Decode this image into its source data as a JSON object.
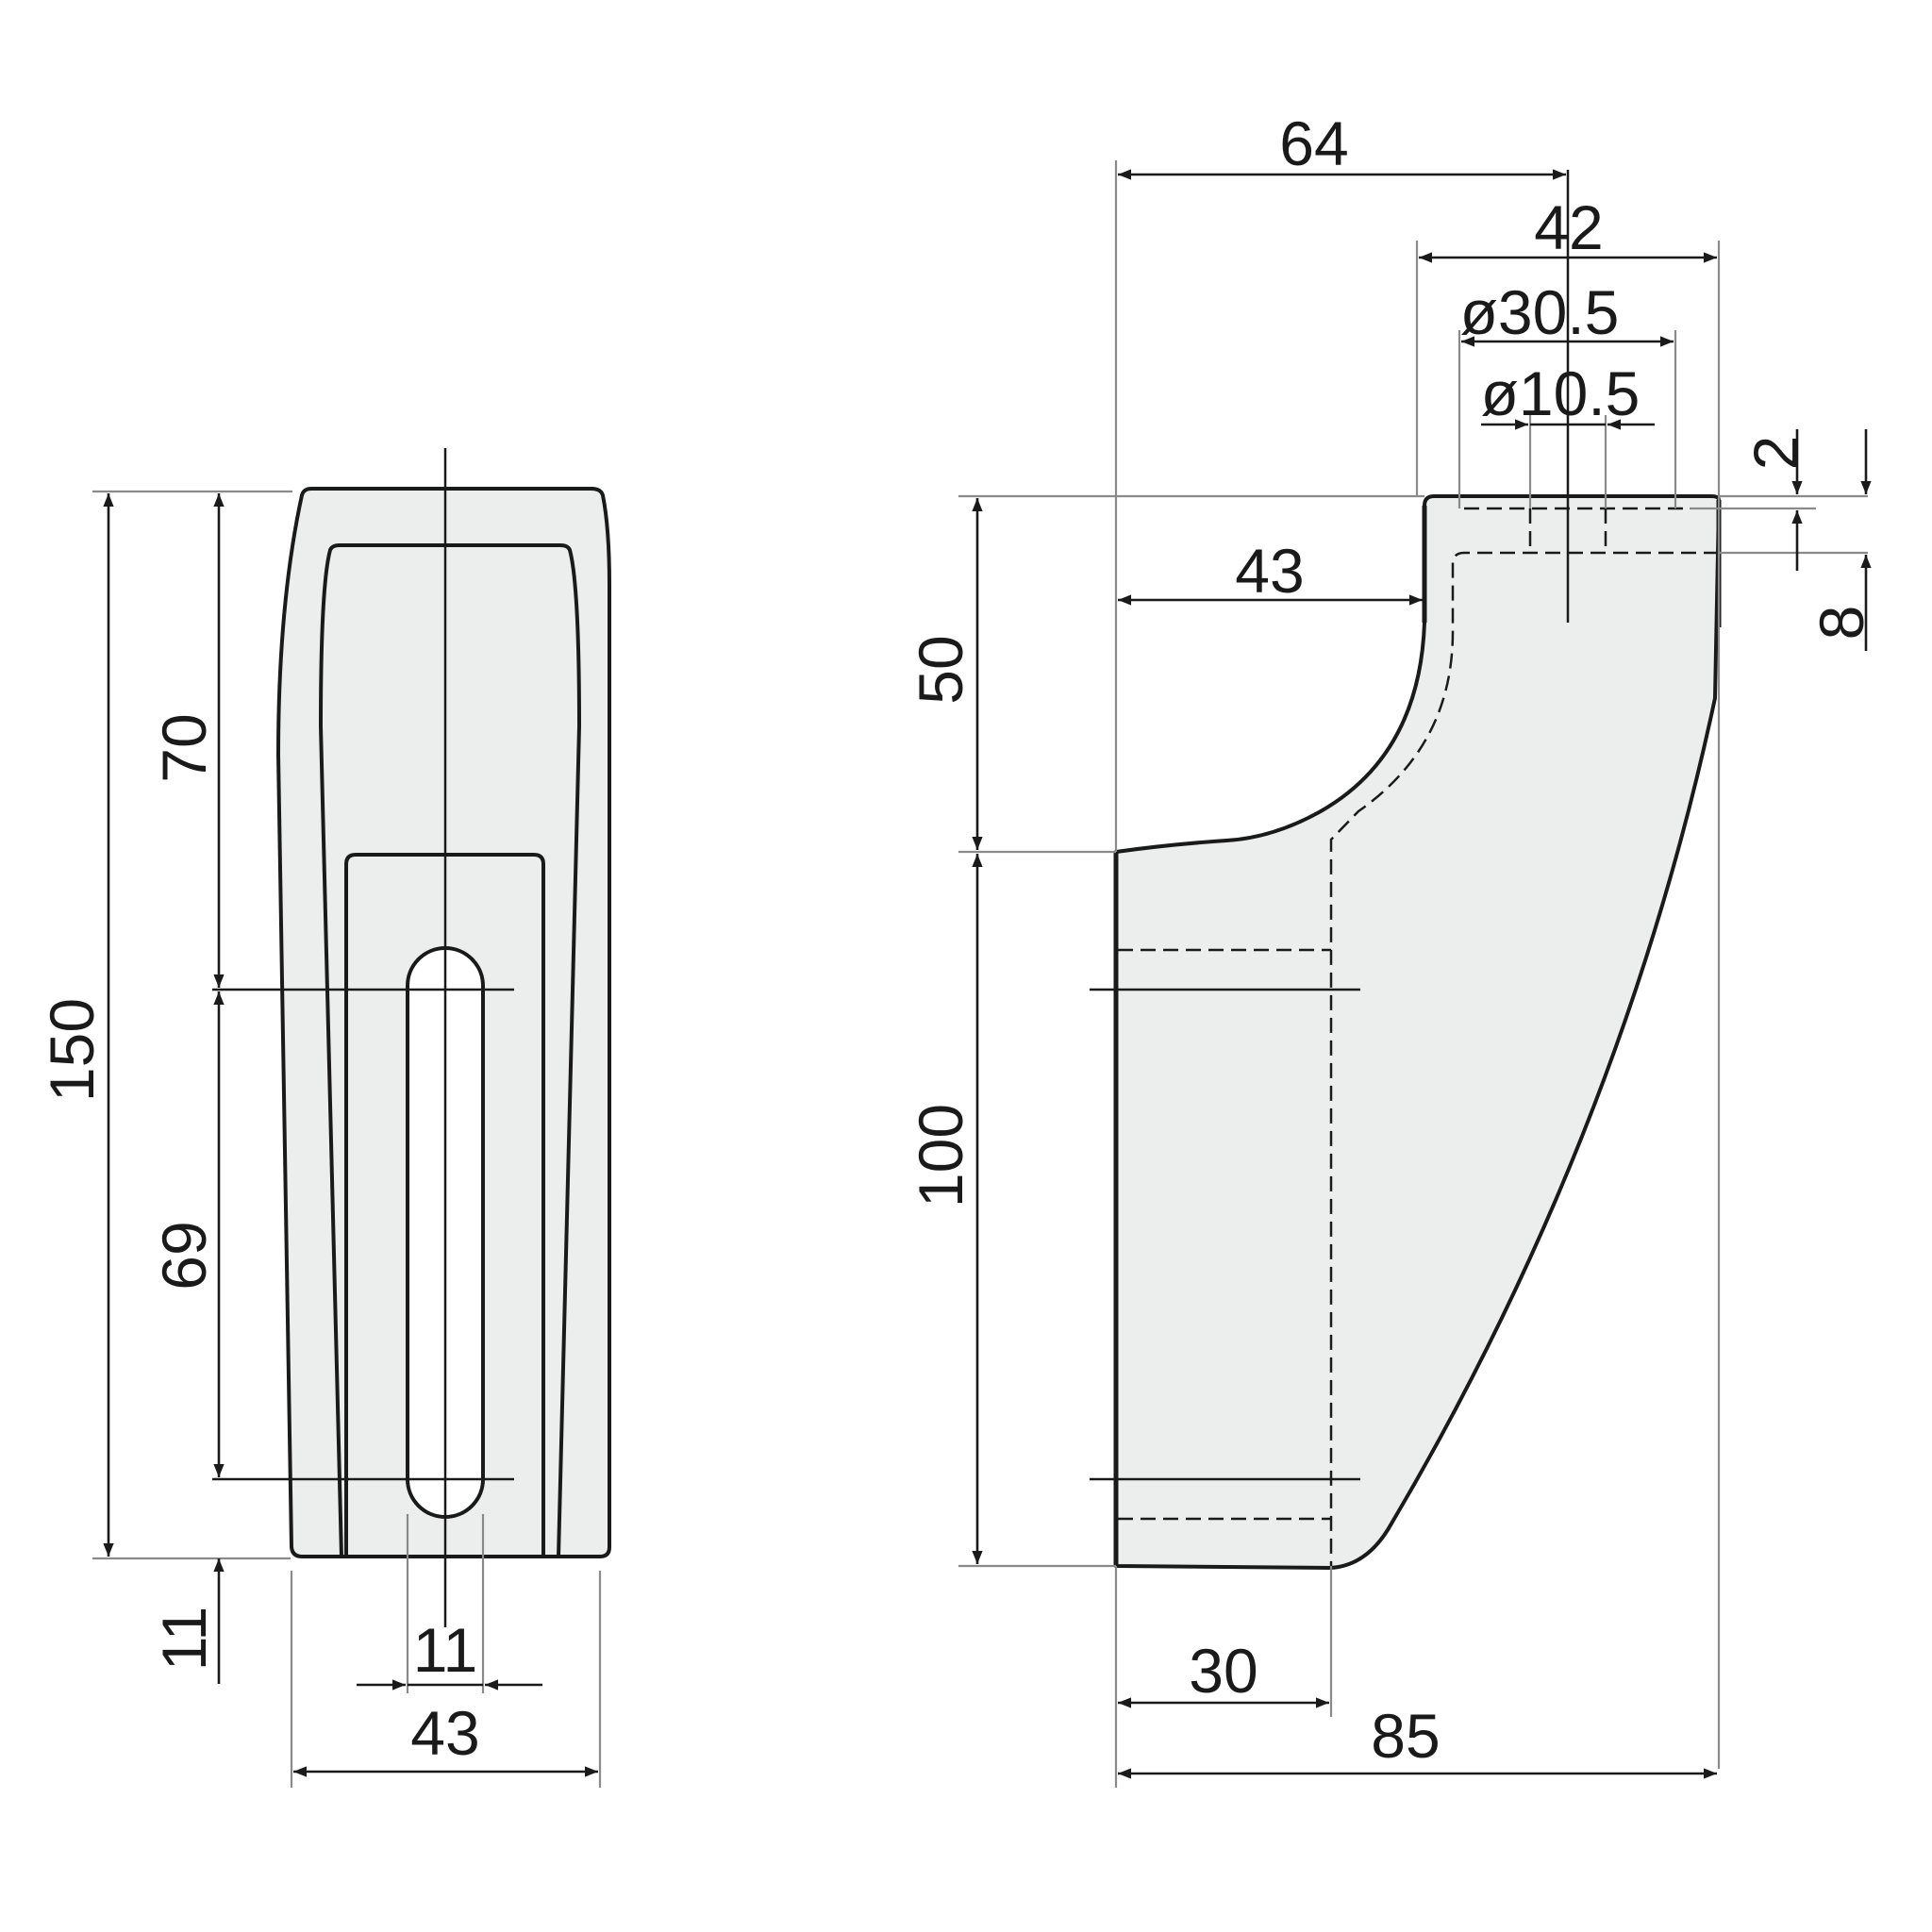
{
  "drawing": {
    "front_view": {
      "overall_height": "150",
      "upper_height": "70",
      "slot_length": "69",
      "bottom_offset": "11",
      "slot_width": "11",
      "width": "43"
    },
    "side_view": {
      "axis_offset": "64",
      "head_width": "42",
      "outer_diameter": "ø30.5",
      "inner_diameter": "ø10.5",
      "neck_offset": "43",
      "recess_depth": "2",
      "head_thickness": "8",
      "upper_height": "50",
      "lower_height": "100",
      "base_depth": "30",
      "overall_depth": "85"
    }
  }
}
